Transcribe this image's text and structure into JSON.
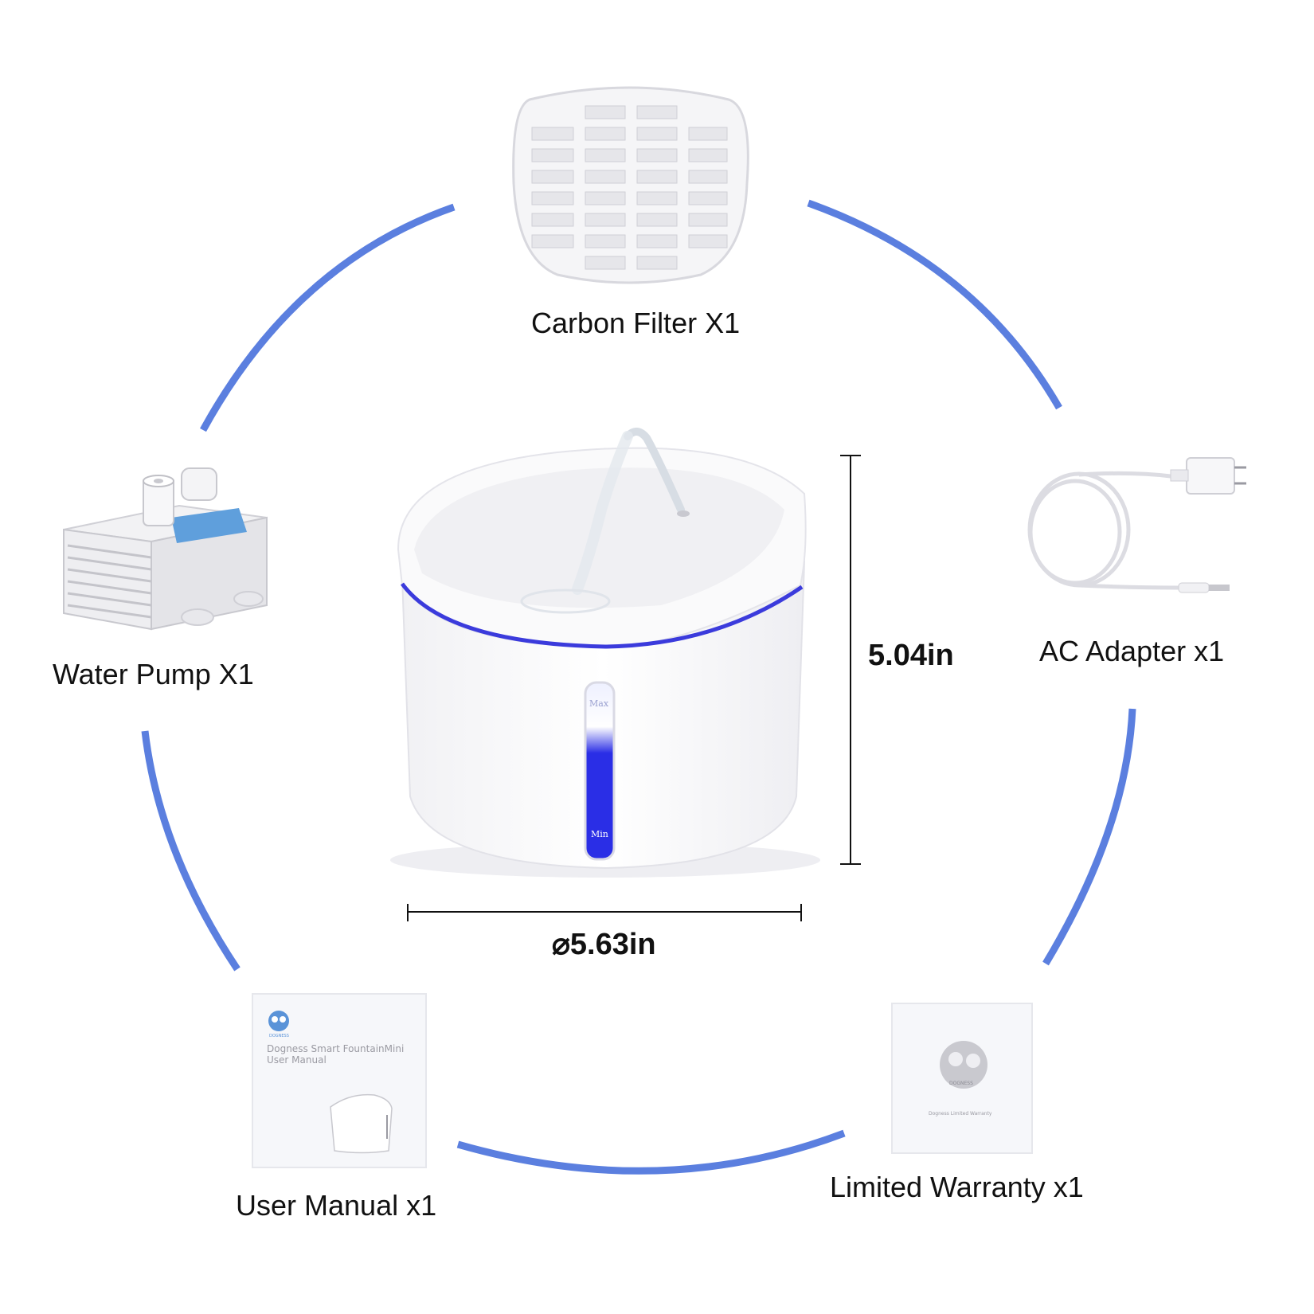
{
  "items": {
    "carbon_filter": "Carbon Filter X1",
    "water_pump": "Water Pump X1",
    "ac_adapter": "AC Adapter x1",
    "user_manual": "User Manual x1",
    "limited_warranty": "Limited Warranty x1"
  },
  "dimensions": {
    "height": "5.04in",
    "diameter": "⌀5.63in"
  },
  "gauge": {
    "max_label": "Max",
    "min_label": "Min"
  },
  "manual": {
    "title": "Dogness Smart FountainMini",
    "subtitle": "User Manual",
    "brand": "DOGNESS"
  },
  "warranty": {
    "brand": "DOGNESS",
    "caption": "Dogness Limited Warranty"
  },
  "colors": {
    "ring": "#5b7fdf",
    "water_blue": "#2a2ee6",
    "text": "#111111"
  }
}
